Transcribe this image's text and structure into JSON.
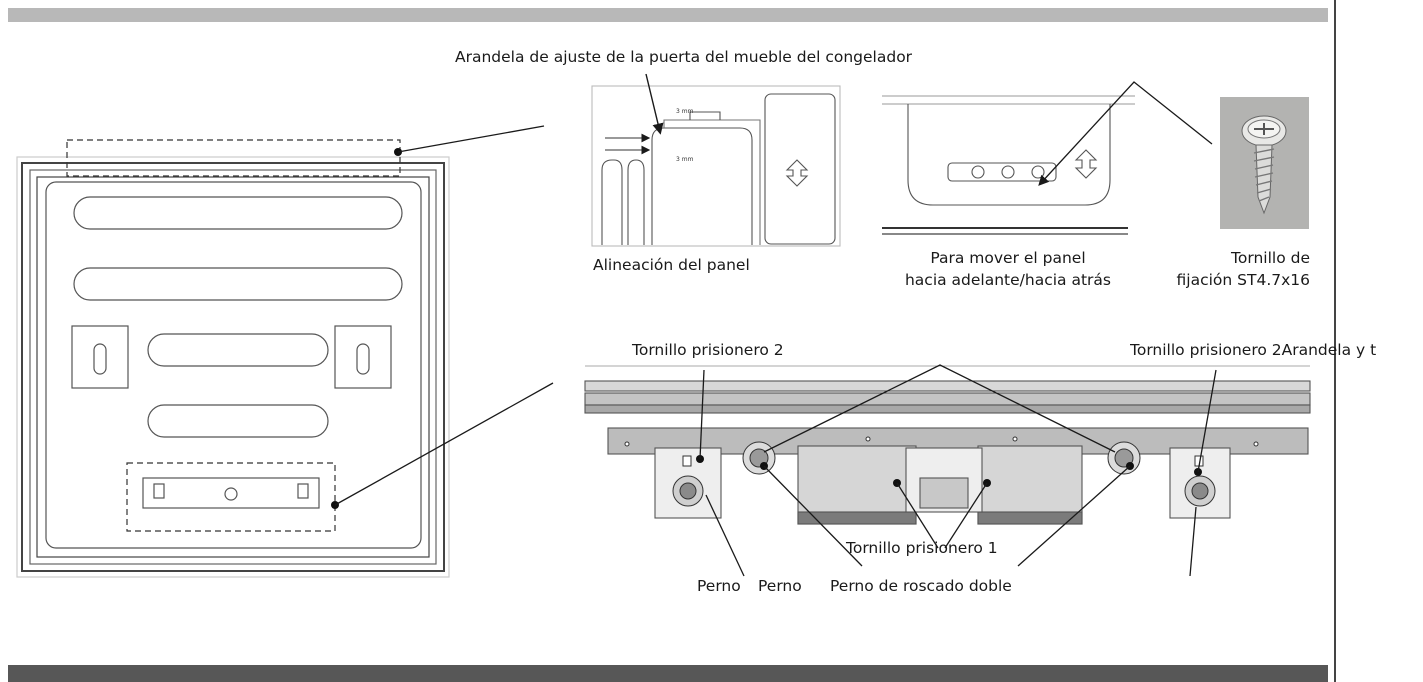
{
  "labels": {
    "washer_top": "Arandela de ajuste de la puerta del mueble del congelador",
    "panel_alignment": "Alineación del panel",
    "move_panel_line1": "Para mover el panel",
    "move_panel_line2": "hacia adelante/hacia atrás",
    "screw_line1": "Tornillo de",
    "screw_line2": "fijación ST4.7x16",
    "set_screw_left": "Tornillo prisionero 2",
    "set_screw_right": "Tornillo prisionero 2Arandela y t",
    "set_screw_1": "Tornillo prisionero 1",
    "bolt_a": "Perno",
    "bolt_b": "Perno",
    "double_thread_bolt": "Perno de roscado doble",
    "detail_small_1": "3 mm",
    "detail_small_2": "3 mm"
  },
  "colors": {
    "top_bar": "#b8b8b8",
    "bottom_bar": "#575757",
    "line": "#1a1a1a"
  }
}
